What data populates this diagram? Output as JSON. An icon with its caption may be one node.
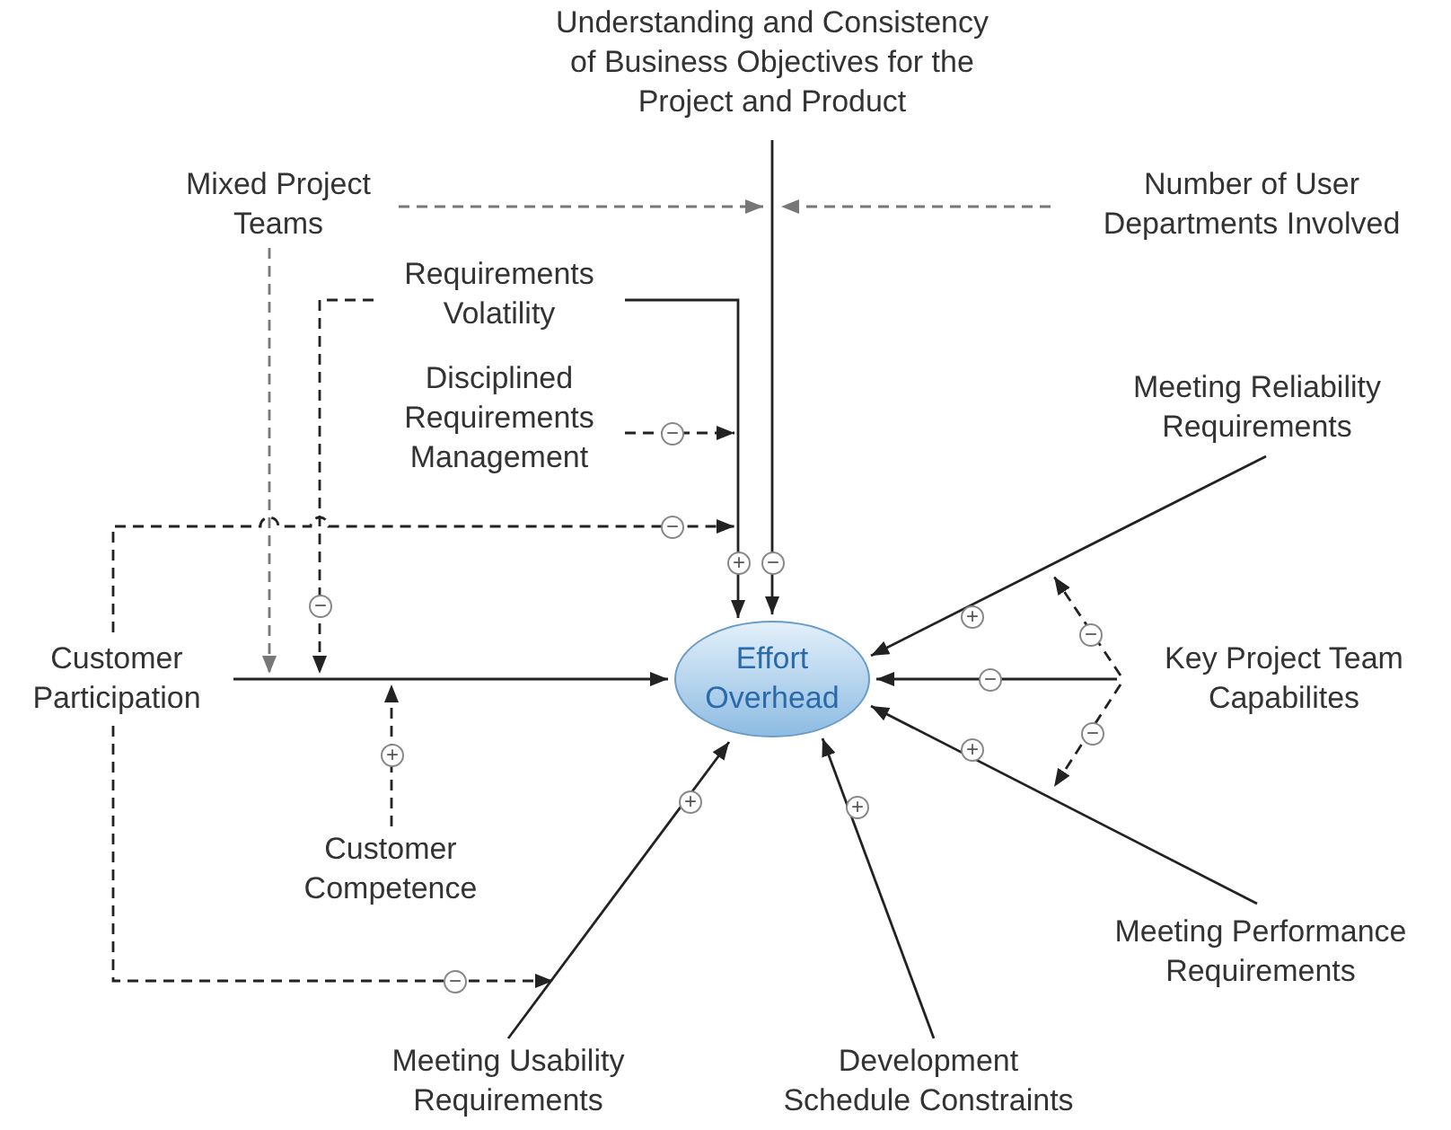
{
  "diagram": {
    "nodes": [
      {
        "text": [
          "Understanding and Consistency of Business Objectives for the Project and Product"
        ]
      },
      {
        "text": [
          "Mixed Project Teams"
        ]
      },
      {
        "text": [
          "Number of User Departments Involved"
        ]
      },
      {
        "text": [
          "Requirements Volatility"
        ]
      },
      {
        "text": [
          "Disciplined Requirements Management"
        ]
      },
      {
        "text": [
          "Meeting Reliability Requirements"
        ]
      },
      {
        "text": [
          "Customer Participation"
        ]
      },
      {
        "text": [
          "Effort Overhead"
        ]
      },
      {
        "text": [
          "Key Project Team Capabilites"
        ]
      },
      {
        "text": [
          "Customer Competence"
        ]
      },
      {
        "text": [
          "Meeting Performance Requirements"
        ]
      },
      {
        "text": [
          "Meeting Usability Requirements"
        ]
      },
      {
        "text": [
          "Development Schedule Constraints"
        ]
      }
    ],
    "edges": [
      {
        "from": 0,
        "to": 7,
        "arrow": "to",
        "label": "−"
      },
      {
        "from": 1,
        "to": null,
        "arrow": "to",
        "style": "dashed",
        "color": "#777777"
      },
      {
        "from": 2,
        "to": null,
        "arrow": "to",
        "style": "dashed",
        "color": "#777777"
      },
      {
        "from": 3,
        "to": 7,
        "arrow": "to",
        "label": "+"
      },
      {
        "from": 4,
        "to": null,
        "arrow": "to",
        "style": "dashed",
        "label": "−"
      },
      {
        "from": 6,
        "to": null,
        "arrow": "to",
        "style": "dashed",
        "label": "−"
      },
      {
        "from": 6,
        "to": 7,
        "arrow": "to"
      },
      {
        "from": 1,
        "to": null,
        "arrow": "to",
        "style": "dashed",
        "color": "#777777"
      },
      {
        "from": 3,
        "to": null,
        "arrow": "to",
        "style": "dashed",
        "label": "−"
      },
      {
        "from": 9,
        "to": null,
        "arrow": "to",
        "style": "dashed",
        "label": "+"
      },
      {
        "from": 6,
        "to": null,
        "arrow": "to",
        "style": "dashed",
        "label": "−"
      },
      {
        "from": 11,
        "to": 7,
        "arrow": "to",
        "label": "+"
      },
      {
        "from": 12,
        "to": 7,
        "arrow": "to",
        "label": "+"
      },
      {
        "from": 5,
        "to": 7,
        "arrow": "to",
        "label": "+"
      },
      {
        "from": 8,
        "to": 7,
        "arrow": "to",
        "label": "−"
      },
      {
        "from": 10,
        "to": 7,
        "arrow": "to",
        "label": "+"
      },
      {
        "from": 8,
        "to": null,
        "arrow": "to",
        "style": "dashed",
        "label": "−"
      },
      {
        "from": 8,
        "to": null,
        "arrow": "to",
        "style": "dashed",
        "label": "−"
      }
    ]
  }
}
